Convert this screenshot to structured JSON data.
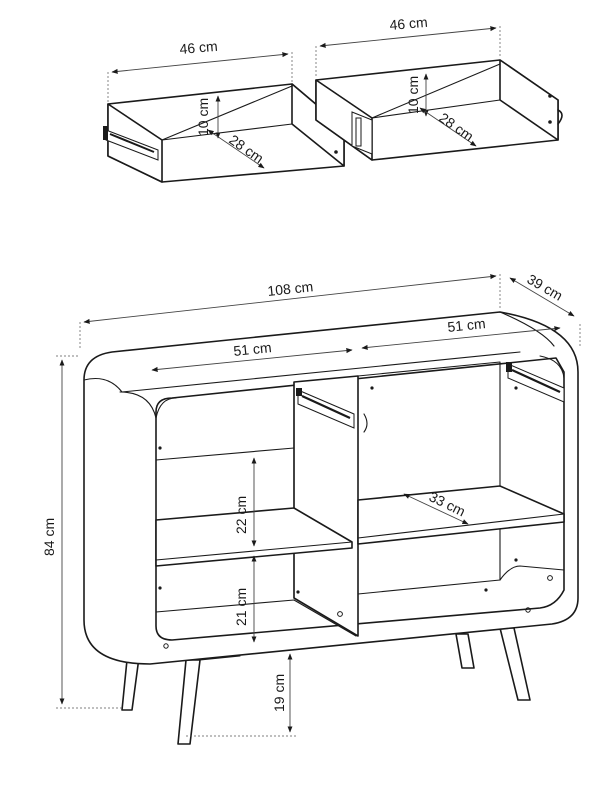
{
  "dimensions": {
    "drawer_left_width": "46 cm",
    "drawer_right_width": "46 cm",
    "drawer_left_height": "10 cm",
    "drawer_right_height": "10 cm",
    "drawer_left_depth": "28 cm",
    "drawer_right_depth": "28 cm",
    "total_width": "108 cm",
    "total_depth": "39 cm",
    "total_height": "84 cm",
    "compartment_left_width": "51 cm",
    "compartment_right_width": "51 cm",
    "upper_shelf_height": "22 cm",
    "lower_shelf_height": "21 cm",
    "shelf_depth": "33 cm",
    "leg_height": "19 cm"
  }
}
